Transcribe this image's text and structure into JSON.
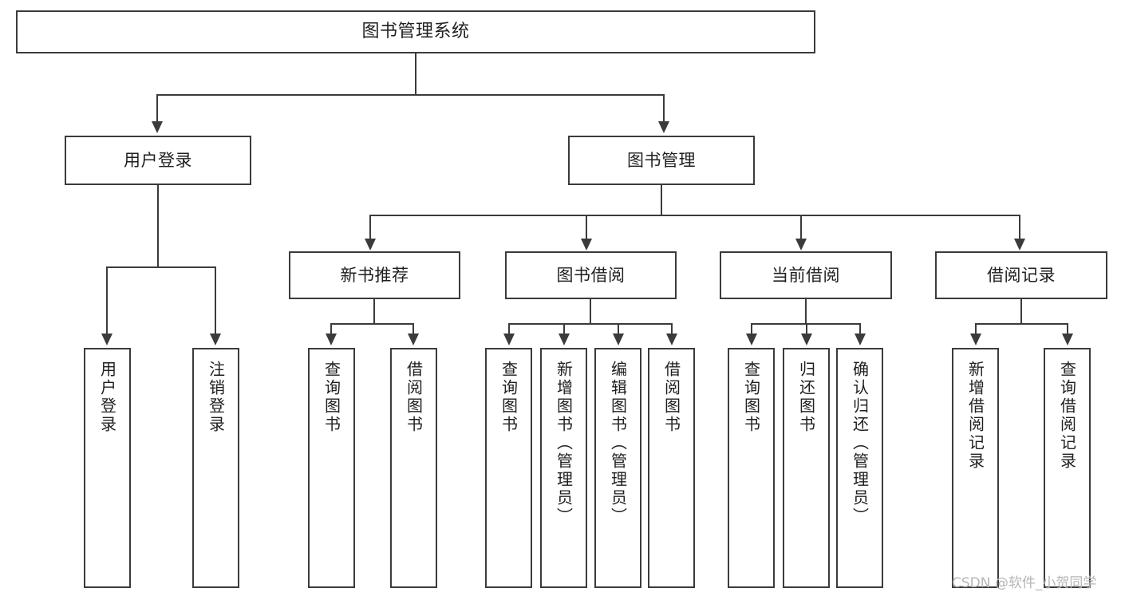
{
  "diagram": {
    "type": "tree-hierarchy",
    "title": "图书管理系统",
    "orientation": "top-down",
    "colors": {
      "box_border": "#3b3b3b",
      "box_fill": "#ffffff",
      "connector": "#3b3b3b",
      "text": "#1f1f1f",
      "watermark": "#b6b6b6",
      "background": "#ffffff"
    },
    "root": {
      "id": "root",
      "label": "图书管理系统"
    },
    "level2": [
      {
        "id": "user-login",
        "label": "用户登录"
      },
      {
        "id": "book-manage",
        "label": "图书管理"
      }
    ],
    "level3": [
      {
        "id": "new-book-rec",
        "label": "新书推荐"
      },
      {
        "id": "book-borrow",
        "label": "图书借阅"
      },
      {
        "id": "current-borrow",
        "label": "当前借阅"
      },
      {
        "id": "borrow-record",
        "label": "借阅记录"
      }
    ],
    "leaves": {
      "user_login": [
        {
          "id": "leaf-user-login",
          "label": "用户登录"
        },
        {
          "id": "leaf-logout-login",
          "label": "注销登录"
        }
      ],
      "new_book_rec": [
        {
          "id": "leaf-query-book-1",
          "label": "查询图书"
        },
        {
          "id": "leaf-borrow-book-1",
          "label": "借阅图书"
        }
      ],
      "book_borrow": [
        {
          "id": "leaf-query-book-2",
          "label": "查询图书"
        },
        {
          "id": "leaf-add-book",
          "label": "新增图书（管理员）"
        },
        {
          "id": "leaf-edit-book",
          "label": "编辑图书（管理员）"
        },
        {
          "id": "leaf-borrow-book-2",
          "label": "借阅图书"
        }
      ],
      "current_borrow": [
        {
          "id": "leaf-query-book-3",
          "label": "查询图书"
        },
        {
          "id": "leaf-return-book",
          "label": "归还图书"
        },
        {
          "id": "leaf-confirm-return",
          "label": "确认归还（管理员）"
        }
      ],
      "borrow_record": [
        {
          "id": "leaf-add-record",
          "label": "新增借阅记录"
        },
        {
          "id": "leaf-query-record",
          "label": "查询借阅记录"
        }
      ]
    }
  },
  "watermark": {
    "text": "CSDN @软件_小贺同学"
  }
}
